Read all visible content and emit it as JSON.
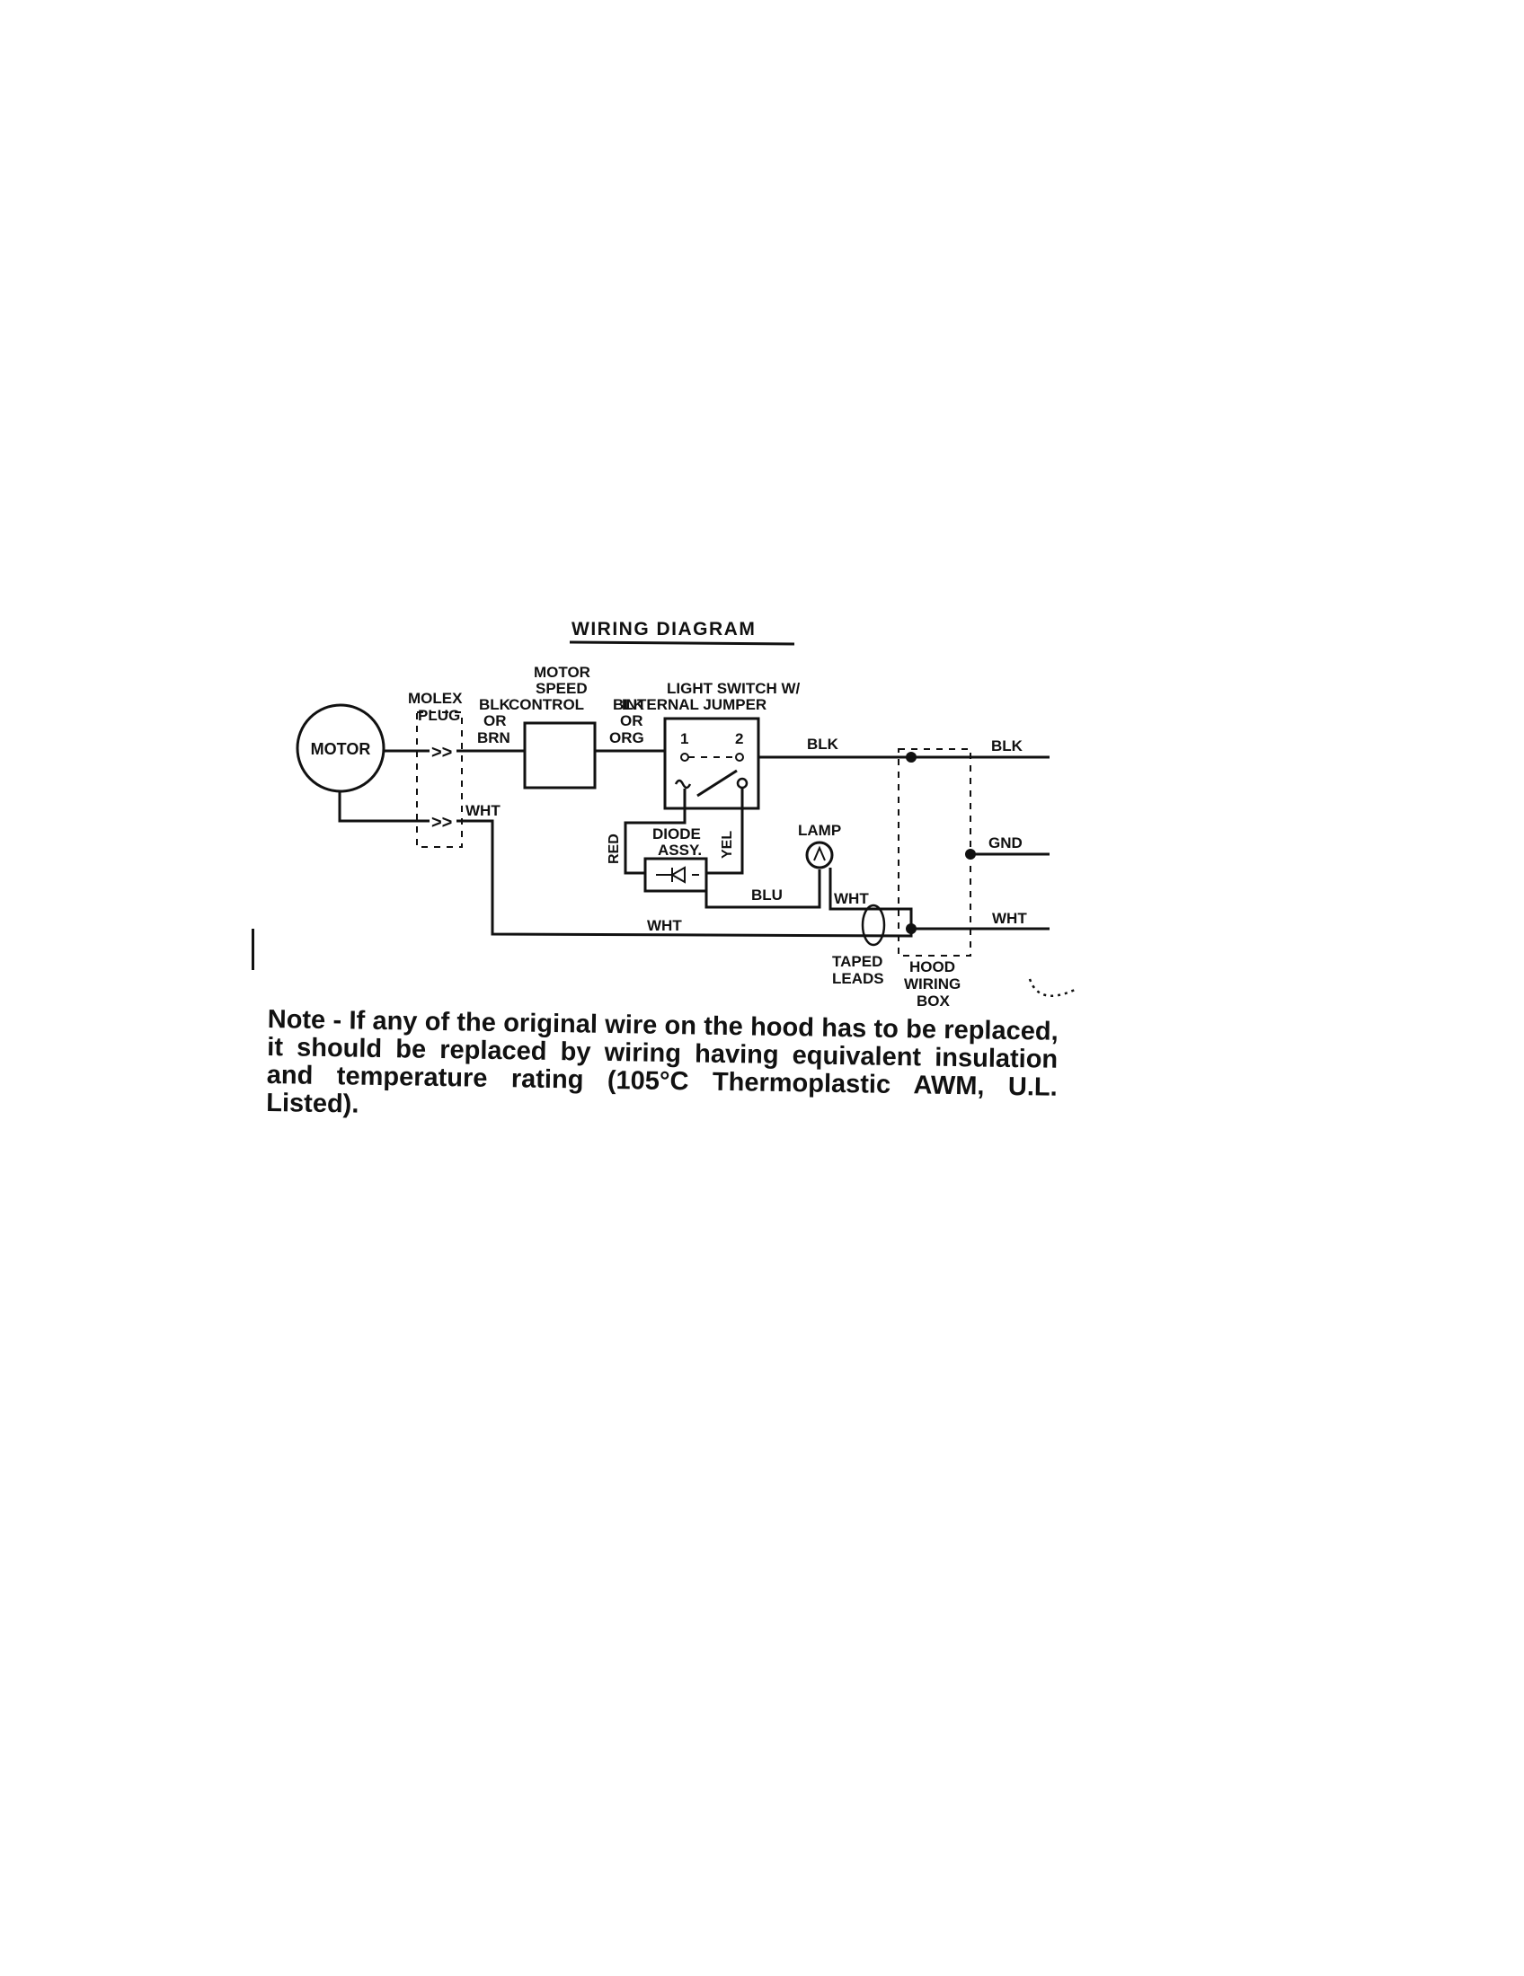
{
  "title": "WIRING DIAGRAM",
  "components": {
    "motor": "MOTOR",
    "molex_plug": [
      "MOLEX",
      "PLUG"
    ],
    "motor_speed_control": [
      "MOTOR",
      "SPEED",
      "CONTROL"
    ],
    "light_switch": [
      "LIGHT SWITCH W/",
      "INTERNAL JUMPER"
    ],
    "switch_terminals": [
      "1",
      "2"
    ],
    "diode_assy": [
      "DIODE",
      "ASSY."
    ],
    "lamp": "LAMP",
    "taped_leads": [
      "TAPED",
      "LEADS"
    ],
    "hood_wiring_box": [
      "HOOD",
      "WIRING",
      "BOX"
    ]
  },
  "wires": {
    "blk_or_brn": [
      "BLK",
      "OR",
      "BRN"
    ],
    "blk_or_org": [
      "BLK",
      "OR",
      "ORG"
    ],
    "blk_switch": "BLK",
    "blk_out": "BLK",
    "gnd": "GND",
    "wht_out": "WHT",
    "wht_motor": "WHT",
    "wht_bottom": "WHT",
    "wht_lamp": "WHT",
    "red": "RED",
    "yel": "YEL",
    "blu": "BLU"
  },
  "note": "Note - If any of the original wire on the hood has to be replaced, it should be replaced by wiring having equivalent insulation and temperature rating (105°C Thermoplastic AWM, U.L. Listed)."
}
